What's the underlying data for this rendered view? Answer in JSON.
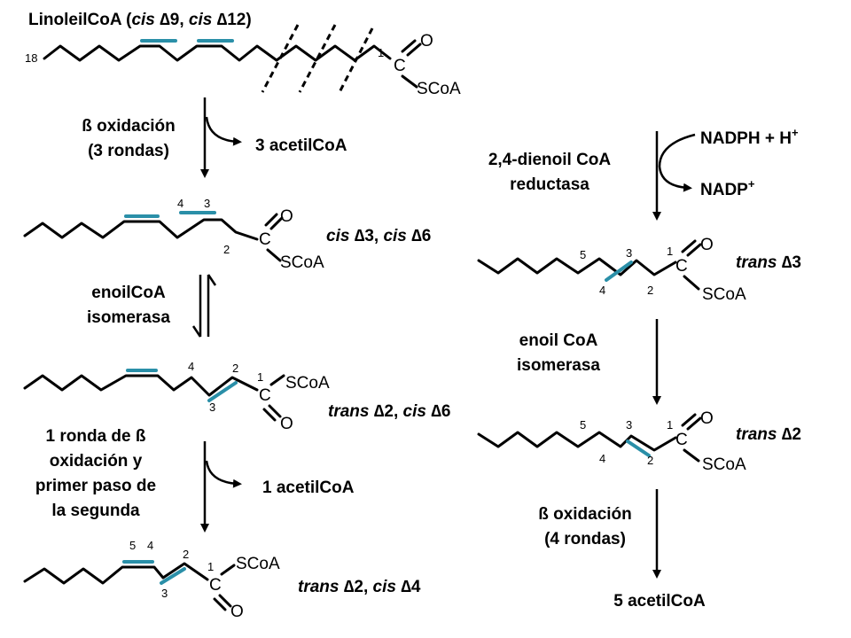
{
  "title": {
    "name": "LinoleilCoA (",
    "cis1": "cis",
    "d1": " ∆9, ",
    "cis2": "cis",
    "d2": " ∆12)"
  },
  "atoms": {
    "oxygen": "O",
    "carbon": "C",
    "scoa": "SCoA"
  },
  "mol1": {
    "c18": "18",
    "c1": "1"
  },
  "left": {
    "step1": {
      "line1": "ß oxidación",
      "line2": "(3 rondas)",
      "product": "3 acetilCoA"
    },
    "mol2": {
      "label_a": "cis",
      "label_b": " ∆3, ",
      "label_c": "cis",
      "label_d": " ∆6",
      "n4": "4",
      "n3": "3",
      "n2": "2"
    },
    "step2": {
      "line1": "enoilCoA",
      "line2": "isomerasa"
    },
    "mol3": {
      "label_a": "trans",
      "label_b": " ∆2, ",
      "label_c": "cis",
      "label_d": " ∆6",
      "n4": "4",
      "n2": "2",
      "n1": "1",
      "n3": "3"
    },
    "step3": {
      "line1": "1 ronda de ß",
      "line2": "oxidación y",
      "line3": "primer paso de",
      "line4": "la segunda",
      "product": "1 acetilCoA"
    },
    "mol4": {
      "label_a": "trans",
      "label_b": " ∆2, ",
      "label_c": "cis",
      "label_d": " ∆4",
      "n5": "5",
      "n4": "4",
      "n2": "2",
      "n1": "1",
      "n3": "3"
    }
  },
  "right": {
    "step1": {
      "line1": "2,4-dienoil CoA",
      "line2": "reductasa",
      "cofactor_in": "NADPH + H",
      "cofactor_in_sup": "+",
      "cofactor_out": "NADP",
      "cofactor_out_sup": "+"
    },
    "mol5": {
      "label_a": "trans",
      "label_b": " ∆3",
      "n5": "5",
      "n3": "3",
      "n1": "1",
      "n4": "4",
      "n2": "2"
    },
    "step2": {
      "line1": "enoil CoA",
      "line2": "isomerasa"
    },
    "mol6": {
      "label_a": "trans",
      "label_b": " ∆2",
      "n5": "5",
      "n3": "3",
      "n1": "1",
      "n4": "4",
      "n2": "2"
    },
    "step3": {
      "line1": "ß oxidación",
      "line2": "(4 rondas)",
      "product": "5 acetilCoA"
    }
  },
  "colors": {
    "double_bond": "#2a8fa8",
    "bond": "#000000"
  }
}
